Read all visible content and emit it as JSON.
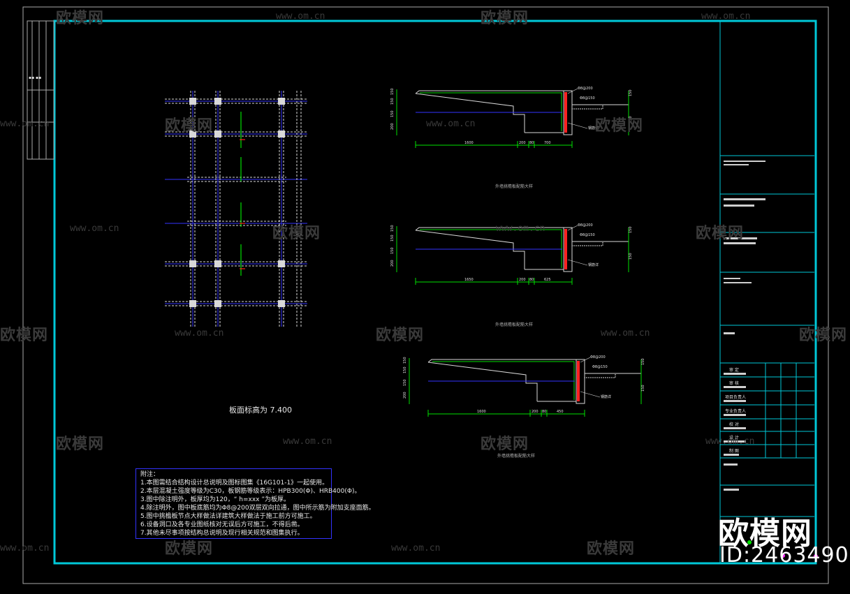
{
  "watermarks": {
    "brand": "欧模网",
    "url": "www.om.cn"
  },
  "plan": {
    "caption": "板面标高为 7.400"
  },
  "sections": [
    {
      "caption": "外墙挑檐板配筋大样",
      "rebar_top": "Φ8@200",
      "rebar_mid": "Φ8@150",
      "rebar_side": "钢筋详",
      "dims_bottom": [
        "1600",
        "200",
        "80",
        "700"
      ],
      "dims_left": [
        "150",
        "150",
        "150",
        "200"
      ],
      "dims_right": [
        "150",
        "150"
      ]
    },
    {
      "caption": "外墙挑檐板配筋大样",
      "rebar_top": "Φ8@200",
      "rebar_mid": "Φ8@150",
      "rebar_side": "钢筋详",
      "dims_bottom": [
        "1650",
        "200",
        "80",
        "625"
      ],
      "dims_left": [
        "150",
        "150",
        "150",
        "200"
      ],
      "dims_right": [
        "150",
        "150"
      ]
    },
    {
      "caption": "外墙挑檐板配筋大样",
      "rebar_top": "Φ8@200",
      "rebar_mid": "Φ8@150",
      "rebar_side": "钢筋详",
      "dims_bottom": [
        "1600",
        "200",
        "80",
        "450"
      ],
      "dims_left": [
        "150",
        "150",
        "150",
        "200"
      ],
      "dims_right": [
        "150",
        "150"
      ]
    }
  ],
  "notes": {
    "title": "附注：",
    "lines": [
      "1.本图需结合结构设计总说明及图标图集《16G101-1》一起使用。",
      "2.本层混凝土强度等级为C30，板钢筋等级表示：HPB300(Φ)、HRB400(Φ)。",
      "3.图中除注明外，板厚均为120，“ h=xxx ”为板厚。",
      "4.除注明外，图中板底筋均为Φ8@200双层双向拉通，图中所示筋为附加支座面筋。",
      "5.图中挑檐板节点大样做法详建筑大样做法于施工前方可施工。",
      "6.设备洞口及各专业图纸核对无误后方可施工，不得后凿。",
      "7.其他未尽事项按结构总说明及现行相关规范和图集执行。"
    ]
  },
  "title_block": {
    "rows": [
      "审 定",
      "审 核",
      "项目负责人",
      "专业负责人",
      "校 对",
      "设 计",
      "制 图"
    ]
  },
  "logo_text": "欧模网",
  "id_text": "ID:2463490",
  "colors": {
    "frame": "#00c8d8",
    "axis": "#3333ff",
    "green": "#00e000",
    "red": "#ff2020",
    "white": "#e8e8e8"
  }
}
